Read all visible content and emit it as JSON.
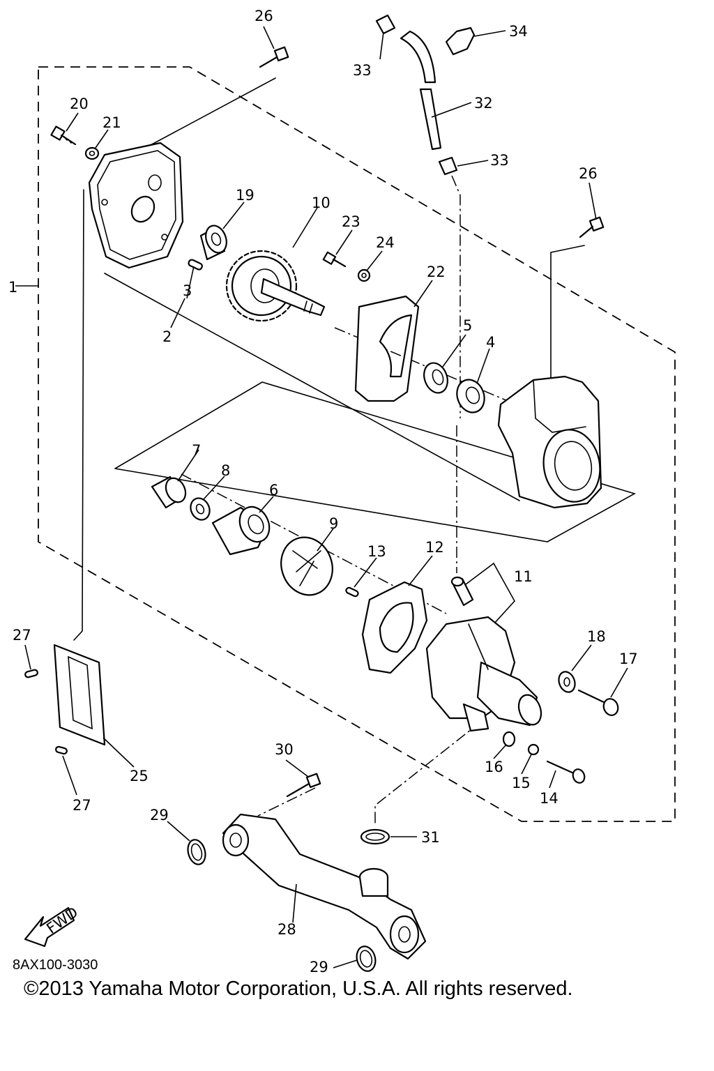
{
  "diagram_code": "8AX100-3030",
  "copyright": "©2013 Yamaha Motor Corporation, U.S.A. All rights reserved.",
  "fwd_label": "FWD",
  "callouts": {
    "c1": "1",
    "c2": "2",
    "c3": "3",
    "c4": "4",
    "c5": "5",
    "c6": "6",
    "c7": "7",
    "c8": "8",
    "c9": "9",
    "c10": "10",
    "c11": "11",
    "c12": "12",
    "c13": "13",
    "c14": "14",
    "c15": "15",
    "c16": "16",
    "c17": "17",
    "c18": "18",
    "c19": "19",
    "c20": "20",
    "c21": "21",
    "c22": "22",
    "c23": "23",
    "c24": "24",
    "c25": "25",
    "c26a": "26",
    "c26b": "26",
    "c27a": "27",
    "c27b": "27",
    "c28": "28",
    "c29a": "29",
    "c29b": "29",
    "c30": "30",
    "c31": "31",
    "c32": "32",
    "c33a": "33",
    "c33b": "33",
    "c34": "34"
  }
}
